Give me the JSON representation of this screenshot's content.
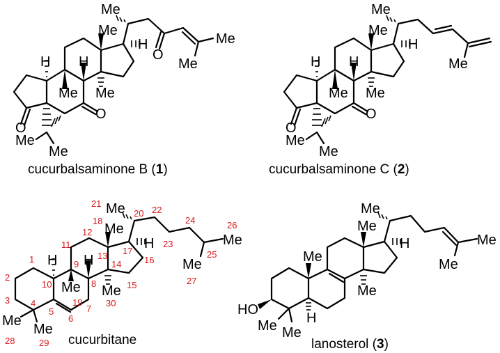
{
  "colors": {
    "bond": "#000000",
    "atom_label": "#000000",
    "numbering": "#d8191c"
  },
  "atom_labels": {
    "methyl": "Me",
    "hydrogen": "H",
    "oxygen": "O",
    "hydroxyl": "HO"
  },
  "compounds": [
    {
      "name": "cucurbalsaminone B",
      "label_number": "1"
    },
    {
      "name": "cucurbalsaminone C",
      "label_number": "2"
    },
    {
      "name": "cucurbitane",
      "label_number": ""
    },
    {
      "name": "lanosterol",
      "label_number": "3"
    }
  ],
  "cucurbitane_numbering": [
    "1",
    "2",
    "3",
    "4",
    "5",
    "6",
    "7",
    "8",
    "9",
    "10",
    "11",
    "12",
    "13",
    "14",
    "15",
    "16",
    "17",
    "18",
    "19",
    "20",
    "21",
    "22",
    "23",
    "24",
    "25",
    "26",
    "27",
    "28",
    "29",
    "30"
  ]
}
